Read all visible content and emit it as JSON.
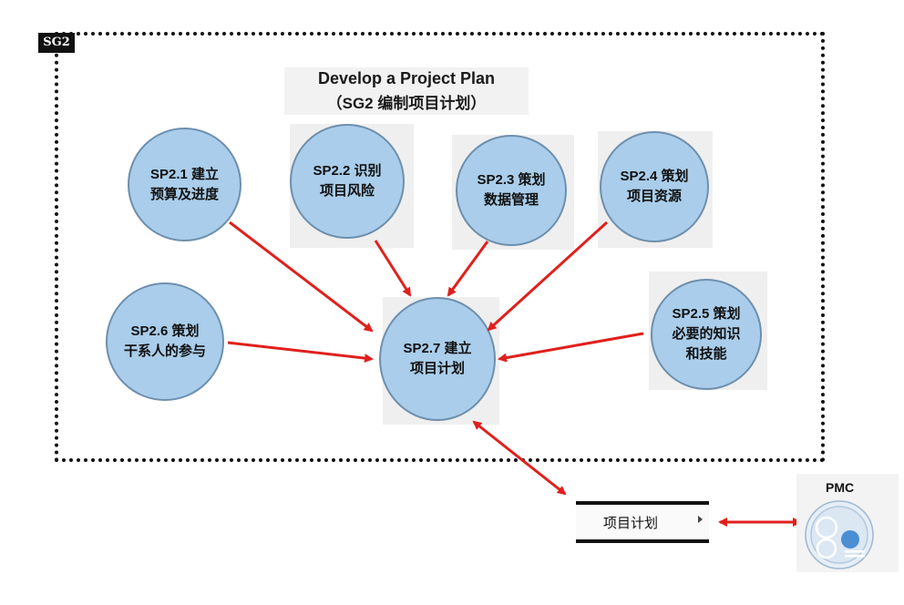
{
  "sg_label": "SG2",
  "title": {
    "line1": "Develop a Project Plan",
    "line2": "（SG2 编制项目计划）"
  },
  "nodes": {
    "sp21": [
      "SP2.1 建立",
      "预算及进度"
    ],
    "sp22": [
      "SP2.2 识别",
      "项目风险"
    ],
    "sp23": [
      "SP2.3 策划",
      "数据管理"
    ],
    "sp24": [
      "SP2.4 策划",
      "项目资源"
    ],
    "sp25": [
      "SP2.5 策划",
      "必要的知识",
      "和技能"
    ],
    "sp26": [
      "SP2.6 策划",
      "干系人的参与"
    ],
    "sp27": [
      "SP2.7 建立",
      "项目计划"
    ]
  },
  "plan_doc": {
    "label": "项目计划"
  },
  "pmc": {
    "label": "PMC",
    "icon": "pmc-circle-icon"
  },
  "colors": {
    "node_fill": "#a9cdea",
    "node_border": "#6e8fad",
    "arrow": "#e0201c"
  }
}
